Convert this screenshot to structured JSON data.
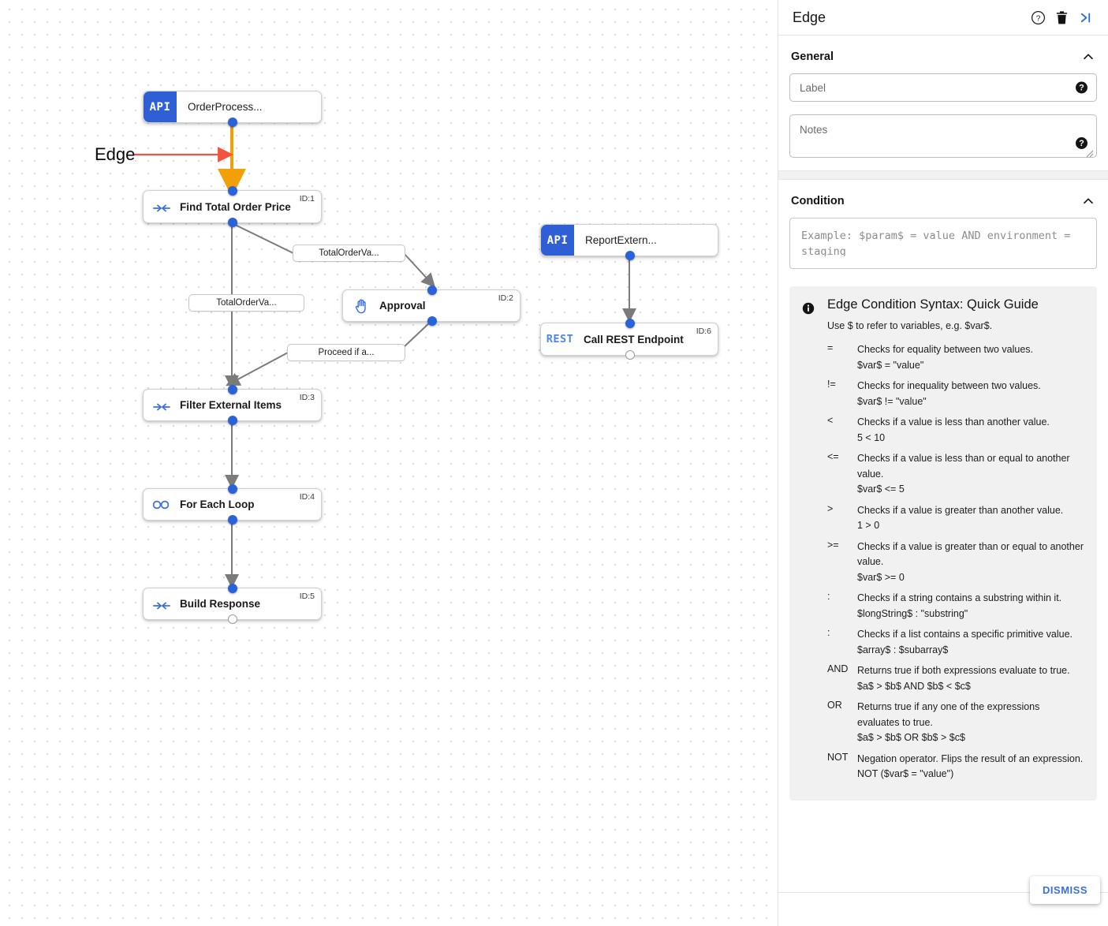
{
  "canvas": {
    "annotation": {
      "label": "Edge",
      "arrow_color": "#f4543c"
    },
    "highlight_edge_color": "#f2a007",
    "nodes": [
      {
        "key": "order_process",
        "badge": "API",
        "badge_type": "api",
        "label": "OrderProcess...",
        "id_tag": ""
      },
      {
        "key": "find_total_order_price",
        "icon": "converge-arrows-icon",
        "label": "Find Total Order Price",
        "id_tag": "ID:1"
      },
      {
        "key": "approval",
        "icon": "hand-icon",
        "label": "Approval",
        "id_tag": "ID:2"
      },
      {
        "key": "filter_external_items",
        "icon": "converge-arrows-icon",
        "label": "Filter External Items",
        "id_tag": "ID:3"
      },
      {
        "key": "for_each_loop",
        "icon": "infinity-icon",
        "label": "For Each Loop",
        "id_tag": "ID:4"
      },
      {
        "key": "build_response",
        "icon": "converge-arrows-icon",
        "label": "Build Response",
        "id_tag": "ID:5"
      },
      {
        "key": "report_extern",
        "badge": "API",
        "badge_type": "api",
        "label": "ReportExtern...",
        "id_tag": ""
      },
      {
        "key": "call_rest_endpoint",
        "badge": "REST",
        "badge_type": "rest",
        "label": "Call REST Endpoint",
        "id_tag": "ID:6"
      }
    ],
    "edge_labels": [
      {
        "key": "total_order_va_1",
        "text": "TotalOrderVa..."
      },
      {
        "key": "total_order_va_2",
        "text": "TotalOrderVa..."
      },
      {
        "key": "proceed_if_a",
        "text": "Proceed if a..."
      }
    ]
  },
  "panel": {
    "title": "Edge",
    "header_icons": [
      {
        "key": "help",
        "name": "help-circle-icon"
      },
      {
        "key": "delete",
        "name": "trash-icon"
      },
      {
        "key": "collapse",
        "name": "collapse-panel-icon"
      }
    ],
    "general": {
      "title": "General",
      "label_field": {
        "value": "",
        "placeholder": "Label"
      },
      "notes_field": {
        "value": "",
        "placeholder": "Notes"
      }
    },
    "condition": {
      "title": "Condition",
      "input": {
        "value": "",
        "placeholder": "Example: $param$ = value AND environment = staging"
      },
      "guide": {
        "title": "Edge Condition Syntax: Quick Guide",
        "subtitle": "Use $ to refer to variables, e.g. $var$.",
        "operators": [
          {
            "symbol": "=",
            "description": "Checks for equality between two values.",
            "example": "$var$ = \"value\""
          },
          {
            "symbol": "!=",
            "description": "Checks for inequality between two values.",
            "example": "$var$ != \"value\""
          },
          {
            "symbol": "<",
            "description": "Checks if a value is less than another value.",
            "example": "5 < 10"
          },
          {
            "symbol": "<=",
            "description": "Checks if a value is less than or equal to another value.",
            "example": "$var$ <= 5"
          },
          {
            "symbol": ">",
            "description": "Checks if a value is greater than another value.",
            "example": "1 > 0"
          },
          {
            "symbol": ">=",
            "description": "Checks if a value is greater than or equal to another value.",
            "example": "$var$ >= 0"
          },
          {
            "symbol": ":",
            "description": "Checks if a string contains a substring within it.",
            "example": "$longString$ : \"substring\""
          },
          {
            "symbol": ":",
            "description": "Checks if a list contains a specific primitive value.",
            "example": "$array$ : $subarray$"
          },
          {
            "symbol": "AND",
            "description": "Returns true if both expressions evaluate to true.",
            "example": "$a$ > $b$ AND $b$ < $c$"
          },
          {
            "symbol": "OR",
            "description": "Returns true if any one of the expressions evaluates to true.",
            "example": "$a$ > $b$ OR $b$ > $c$"
          },
          {
            "symbol": "NOT",
            "description": "Negation operator. Flips the result of an expression.",
            "example": "NOT ($var$ = \"value\")"
          }
        ]
      }
    },
    "footer": {
      "dismiss_label": "DISMISS",
      "dismiss_color": "#3a6fe0"
    }
  }
}
